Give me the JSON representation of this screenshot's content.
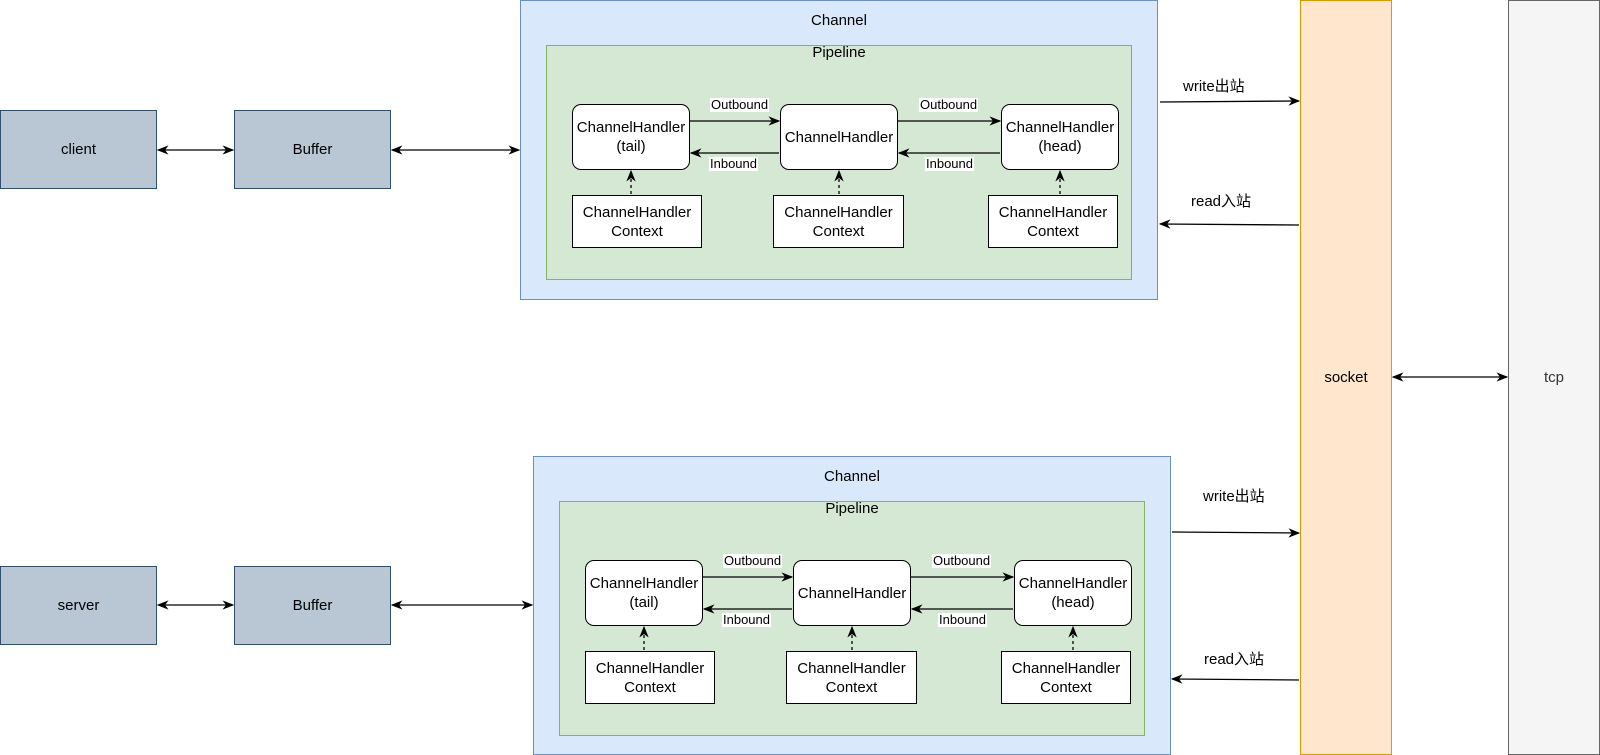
{
  "endpoints": {
    "client": "client",
    "server": "server",
    "buffer": "Buffer"
  },
  "channel": {
    "title": "Channel",
    "pipeline_title": "Pipeline",
    "handler_tail": "ChannelHandler\n(tail)",
    "handler_mid": "ChannelHandler",
    "handler_head": "ChannelHandler\n(head)",
    "context": "ChannelHandler\nContext",
    "outbound": "Outbound",
    "inbound": "Inbound"
  },
  "io": {
    "write": "write出站",
    "read": "read入站"
  },
  "socket": "socket",
  "tcp": "tcp",
  "colors": {
    "endpoint_fill": "#b8c7d3",
    "channel_fill": "#dae8fc",
    "pipeline_fill": "#d5e8d4",
    "socket_fill": "#ffe6cc",
    "tcp_fill": "#f5f5f5"
  }
}
